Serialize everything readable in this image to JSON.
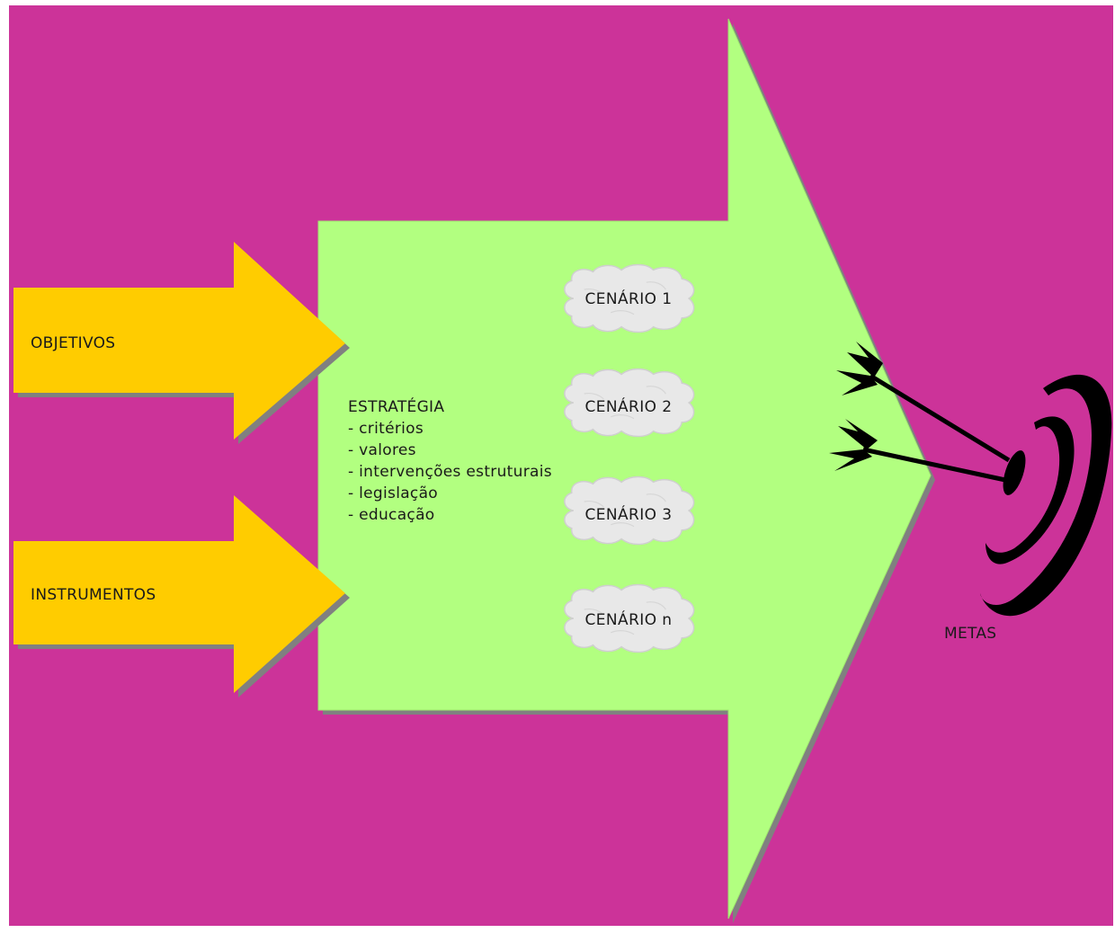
{
  "diagram": {
    "inputs": [
      "OBJETIVOS",
      "INSTRUMENTOS"
    ],
    "strategy": {
      "title": "ESTRATÉGIA",
      "items": [
        "- critérios",
        "- valores",
        "- intervenções estruturais",
        "- legislação",
        "- educação"
      ]
    },
    "scenarios": [
      "CENÁRIO 1",
      "CENÁRIO 2",
      "CENÁRIO 3",
      "CENÁRIO n"
    ],
    "target_label": "METAS"
  },
  "colors": {
    "background": "#cc3399",
    "big_arrow": "#b2ff80",
    "small_arrows": "#ffcc00",
    "clouds": "#e8e8e8",
    "shadow": "#808080",
    "target": "#000000"
  },
  "icons": {
    "target": "target-with-darts-icon",
    "scenario_shape": "cloud-icon"
  }
}
